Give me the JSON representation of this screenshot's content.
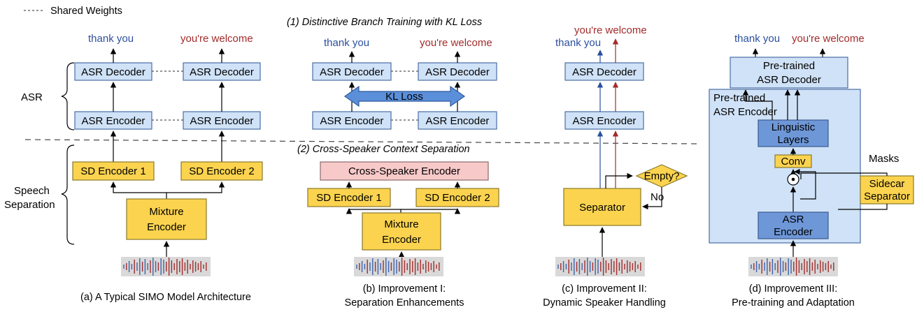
{
  "legend": {
    "shared_weights": "Shared Weights"
  },
  "titles": {
    "top": "(1) Distinctive Branch Training with KL Loss",
    "middle": "(2) Cross-Speaker Context Separation"
  },
  "side": {
    "asr": "ASR",
    "speech_line1": "Speech",
    "speech_line2": "Separation"
  },
  "outputs": {
    "thank_you": "thank you",
    "welcome": "you're welcome"
  },
  "blocks": {
    "asr_decoder": "ASR Decoder",
    "asr_encoder": "ASR Encoder",
    "sd_encoder_1": "SD Encoder 1",
    "sd_encoder_2": "SD Encoder 2",
    "mixture": "Mixture",
    "encoder": "Encoder",
    "kl_loss": "KL Loss",
    "cross_speaker": "Cross-Speaker Encoder",
    "separator": "Separator",
    "empty": "Empty?",
    "no": "No",
    "pretrained": "Pre-trained",
    "pretrained_asr_decoder": "ASR Decoder",
    "pretrained_asr_encoder": "ASR Encoder",
    "linguistic": "Linguistic",
    "layers": "Layers",
    "conv": "Conv",
    "masks": "Masks",
    "sidecar": "Sidecar",
    "separator_word": "Separator",
    "asr_word": "ASR",
    "encoder_word": "Encoder"
  },
  "captions": {
    "a": "(a) A Typical SIMO Model Architecture",
    "b1": "(b) Improvement I:",
    "b2": "Separation Enhancements",
    "c1": "(c) Improvement II:",
    "c2": "Dynamic Speaker Handling",
    "d1": "(d) Improvement III:",
    "d2": "Pre-training and Adaptation"
  },
  "colors": {
    "asr_block": "#cfe2f7",
    "sd_block": "#fbd34f",
    "cross_speaker": "#f8c9c9",
    "dark_block": "#6e97d8",
    "blue_text": "#2b4f9e",
    "red_text": "#a32b2b"
  }
}
